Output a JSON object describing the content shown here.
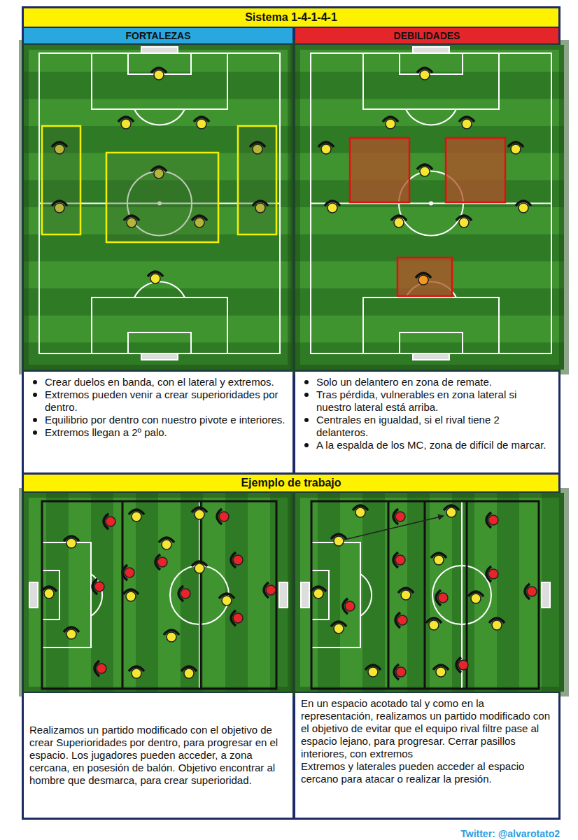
{
  "diagram": {
    "title": "Sistema 1-4-1-4-1",
    "nodes": [
      {
        "text": [
          "Sistema 1-4-1-4-1"
        ]
      },
      {
        "text": [
          "FORTALEZAS"
        ]
      },
      {
        "text": [
          "DEBILIDADES"
        ]
      },
      {
        "text": [
          "Crear duelos en banda, con el lateral y extremos.",
          "Extremos pueden venir a crear superioridades por dentro.",
          "Equilibrio por dentro con nuestro pivote e interiores.",
          "Extremos llegan a 2º palo."
        ]
      },
      {
        "text": [
          "Solo un delantero en zona de remate.",
          "Tras pérdida, vulnerables en zona lateral si nuestro lateral está arriba.",
          "Centrales en igualdad, si el rival tiene 2 delanteros.",
          "A la espalda de los MC, zona de difícil de marcar."
        ]
      },
      {
        "text": [
          "Ejemplo de trabajo"
        ]
      },
      {
        "text": [
          "Realizamos un partido modificado con el objetivo de crear Superioridades por dentro, para progresar en el espacio. Los jugadores pueden acceder, a zona cercana, en posesión de balón. Objetivo encontrar al hombre que desmarca, para crear superioridad."
        ]
      },
      {
        "text": [
          "En un espacio acotado tal y como en la representación, realizamos un partido modificado con el objetivo de evitar que el equipo rival filtre pase al espacio lejano, para progresar. Cerrar pasillos interiores, con extremos",
          "Extremos y laterales pueden acceder al espacio cercano para atacar o realizar la presión."
        ]
      }
    ],
    "edges": [],
    "labels": [
      "Twitter: @alvarotato2"
    ]
  }
}
